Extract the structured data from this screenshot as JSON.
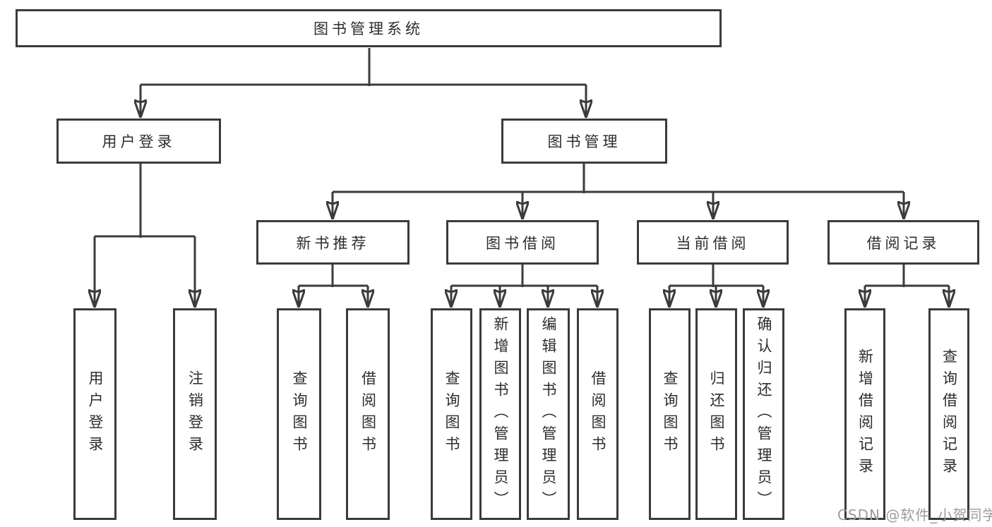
{
  "diagram": {
    "root": {
      "label": "图书管理系统"
    },
    "level2": [
      {
        "label": "用户登录"
      },
      {
        "label": "图书管理"
      }
    ],
    "level3": [
      {
        "label": "新书推荐",
        "parent": "图书管理"
      },
      {
        "label": "图书借阅",
        "parent": "图书管理"
      },
      {
        "label": "当前借阅",
        "parent": "图书管理"
      },
      {
        "label": "借阅记录",
        "parent": "图书管理"
      }
    ],
    "leaves": [
      {
        "label": "用户登录",
        "parent": "用户登录"
      },
      {
        "label": "注销登录",
        "parent": "用户登录"
      },
      {
        "label": "查询图书",
        "parent": "新书推荐"
      },
      {
        "label": "借阅图书",
        "parent": "新书推荐"
      },
      {
        "label": "查询图书",
        "parent": "图书借阅"
      },
      {
        "label": "新增图书（管理员）",
        "parent": "图书借阅"
      },
      {
        "label": "编辑图书（管理员）",
        "parent": "图书借阅"
      },
      {
        "label": "借阅图书",
        "parent": "图书借阅"
      },
      {
        "label": "查询图书",
        "parent": "当前借阅"
      },
      {
        "label": "归还图书",
        "parent": "当前借阅"
      },
      {
        "label": "确认归还（管理员）",
        "parent": "当前借阅"
      },
      {
        "label": "新增借阅记录",
        "parent": "借阅记录"
      },
      {
        "label": "查询借阅记录",
        "parent": "借阅记录"
      }
    ]
  },
  "watermark": {
    "text": "CSDN @软件_小贺同学"
  },
  "colors": {
    "line": "#3b3b3b",
    "text": "#2d2d2d",
    "background": "#ffffff",
    "watermark": "#9c9c9c"
  }
}
